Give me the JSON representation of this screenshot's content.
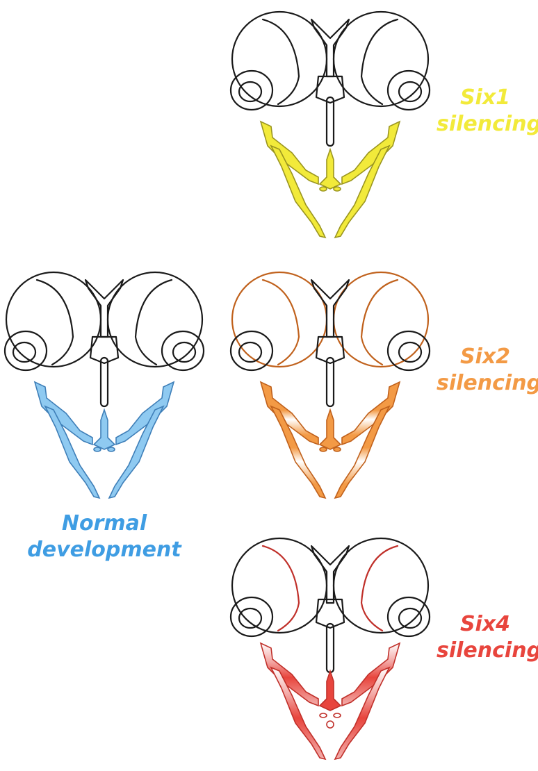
{
  "colors": {
    "six1": "#f2ea3a",
    "six2": "#f39a45",
    "six4": "#e8453d",
    "normal": "#3f9de3",
    "normal_fill": "#8fcaf1"
  },
  "panels": {
    "six1": {
      "label_line1": "Six1",
      "label_line2": "silencing"
    },
    "six2": {
      "label_line1": "Six2",
      "label_line2": "silencing"
    },
    "six4": {
      "label_line1": "Six4",
      "label_line2": "silencing"
    },
    "normal": {
      "label_line1": "Normal",
      "label_line2": "development"
    }
  }
}
